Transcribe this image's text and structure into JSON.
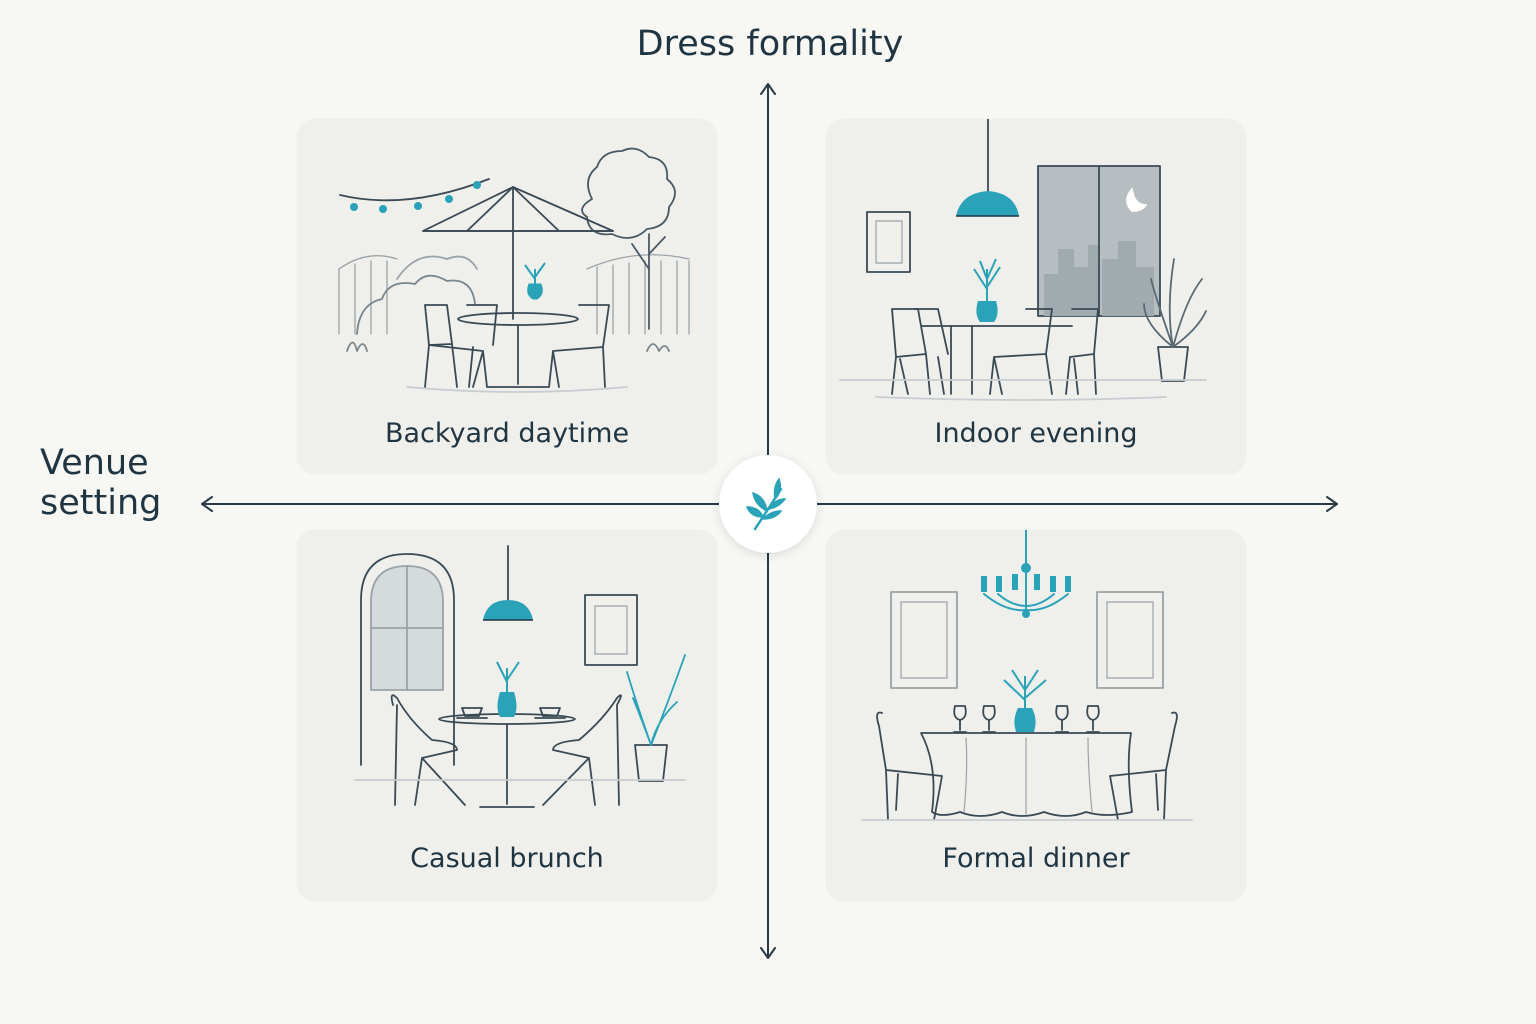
{
  "axes": {
    "vertical_label": "Dress formality",
    "horizontal_label": "Venue setting"
  },
  "quadrants": {
    "top_left": {
      "label": "Backyard daytime"
    },
    "top_right": {
      "label": "Indoor evening"
    },
    "bottom_left": {
      "label": "Casual brunch"
    },
    "bottom_right": {
      "label": "Formal dinner"
    }
  },
  "colors": {
    "accent": "#2aa2b8",
    "ink": "#1f3542",
    "line": "#3a4a55",
    "panel": "#efefec",
    "background": "#f7f7f4"
  },
  "icons": {
    "center": "leaf-icon"
  }
}
